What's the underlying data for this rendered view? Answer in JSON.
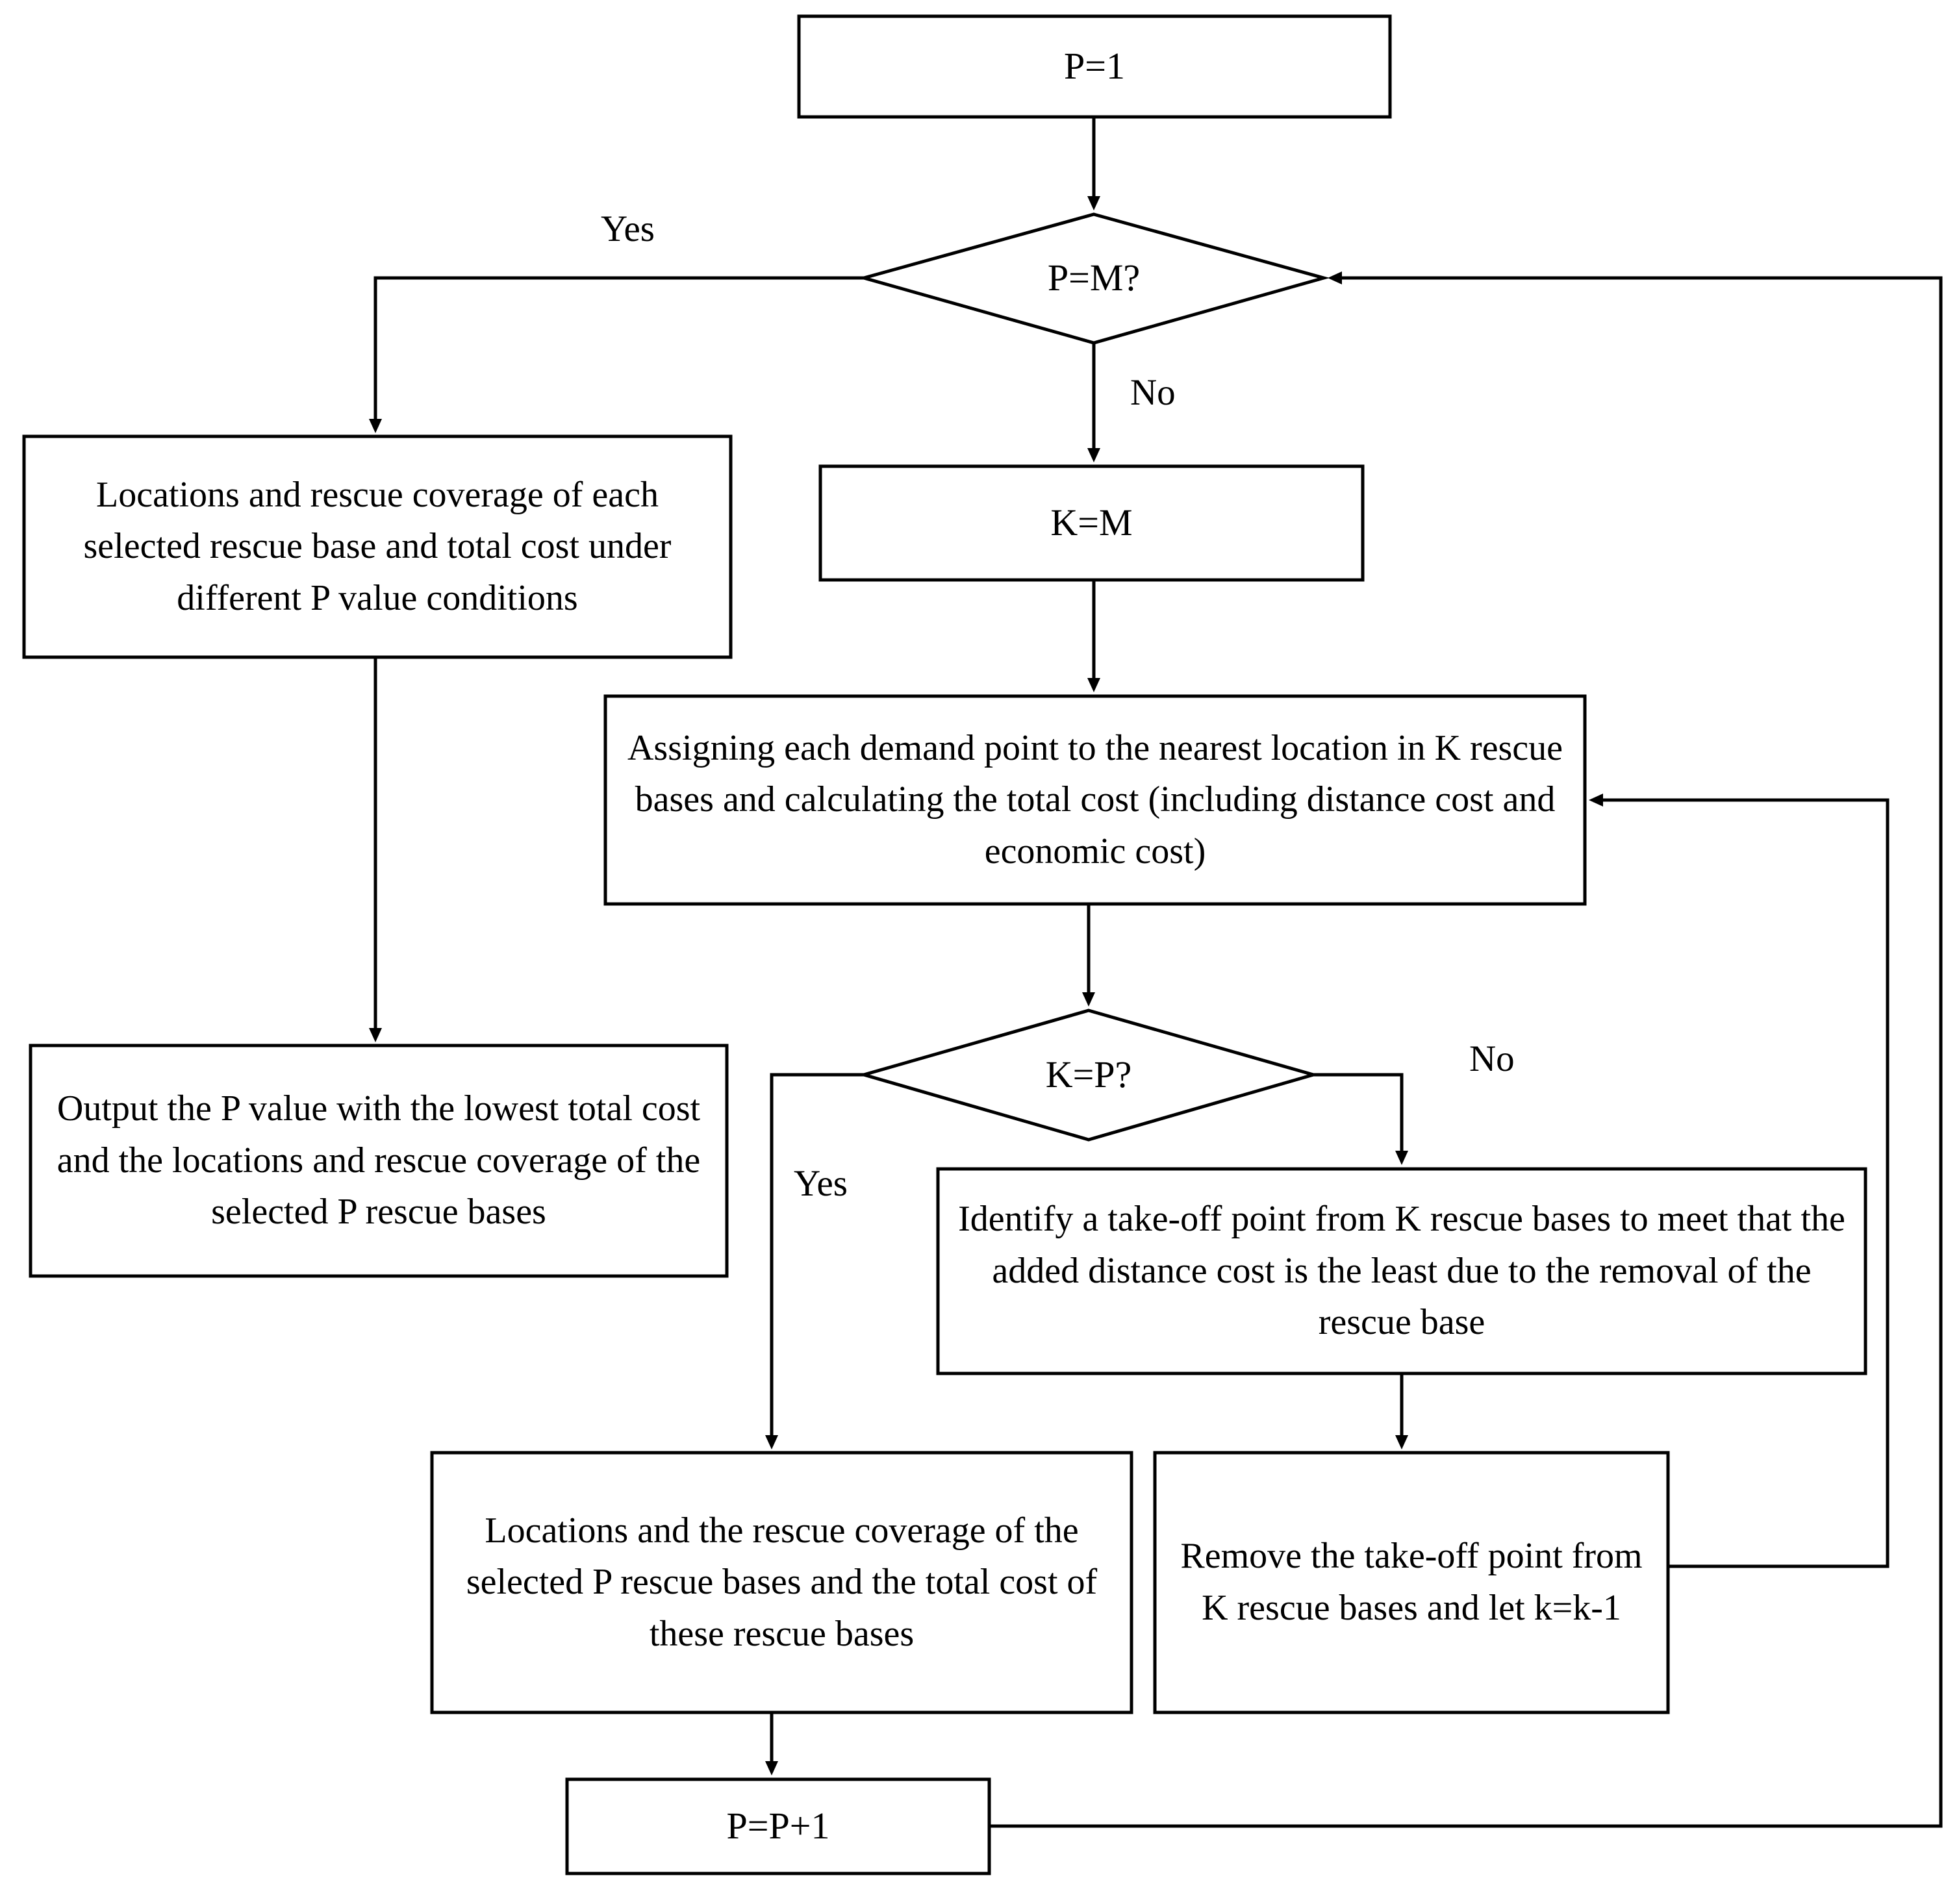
{
  "diagram": {
    "type": "flowchart",
    "title": "",
    "background": "#ffffff",
    "line_color": "#000000",
    "nodes": [
      {
        "id": "start",
        "shape": "process",
        "text": "P=1"
      },
      {
        "id": "pm",
        "shape": "decision",
        "text": "P=M?"
      },
      {
        "id": "km",
        "shape": "process",
        "text": "K=M"
      },
      {
        "id": "summary",
        "shape": "process",
        "text": "Locations and rescue coverage of each selected rescue base  and total cost under different P value conditions"
      },
      {
        "id": "assign",
        "shape": "process",
        "text": "Assigning each demand point to the nearest location in K rescue bases and calculating the total cost (including distance cost and economic cost)"
      },
      {
        "id": "output",
        "shape": "process",
        "text": "Output the P value with the lowest total cost  and the locations and rescue coverage of the selected P rescue bases"
      },
      {
        "id": "kp",
        "shape": "decision",
        "text": "K=P?"
      },
      {
        "id": "identify",
        "shape": "process",
        "text": "Identify a take-off point from K rescue bases to meet that the added distance cost is the least due to the removal of the rescue base"
      },
      {
        "id": "locations",
        "shape": "process",
        "text": "Locations and the rescue coverage of the selected P rescue bases  and the total cost of these rescue bases"
      },
      {
        "id": "remove",
        "shape": "process",
        "text": "Remove the take-off point from K rescue bases and let k=k-1"
      },
      {
        "id": "increment",
        "shape": "process",
        "text": "P=P+1"
      }
    ],
    "edge_labels": [
      {
        "id": "pm-yes",
        "text": "Yes",
        "from": "pm",
        "to": "summary"
      },
      {
        "id": "pm-no",
        "text": "No",
        "from": "pm",
        "to": "km"
      },
      {
        "id": "kp-no",
        "text": "No",
        "from": "kp",
        "to": "identify"
      },
      {
        "id": "kp-yes",
        "text": "Yes",
        "from": "kp",
        "to": "locations"
      }
    ],
    "edges": [
      {
        "from": "start",
        "to": "pm",
        "label": ""
      },
      {
        "from": "pm",
        "to": "summary",
        "label": "Yes"
      },
      {
        "from": "pm",
        "to": "km",
        "label": "No"
      },
      {
        "from": "km",
        "to": "assign",
        "label": ""
      },
      {
        "from": "summary",
        "to": "output",
        "label": ""
      },
      {
        "from": "assign",
        "to": "kp",
        "label": ""
      },
      {
        "from": "kp",
        "to": "locations",
        "label": "Yes"
      },
      {
        "from": "kp",
        "to": "identify",
        "label": "No"
      },
      {
        "from": "identify",
        "to": "remove",
        "label": ""
      },
      {
        "from": "remove",
        "to": "assign",
        "label": ""
      },
      {
        "from": "locations",
        "to": "increment",
        "label": ""
      },
      {
        "from": "increment",
        "to": "pm",
        "label": ""
      }
    ]
  }
}
